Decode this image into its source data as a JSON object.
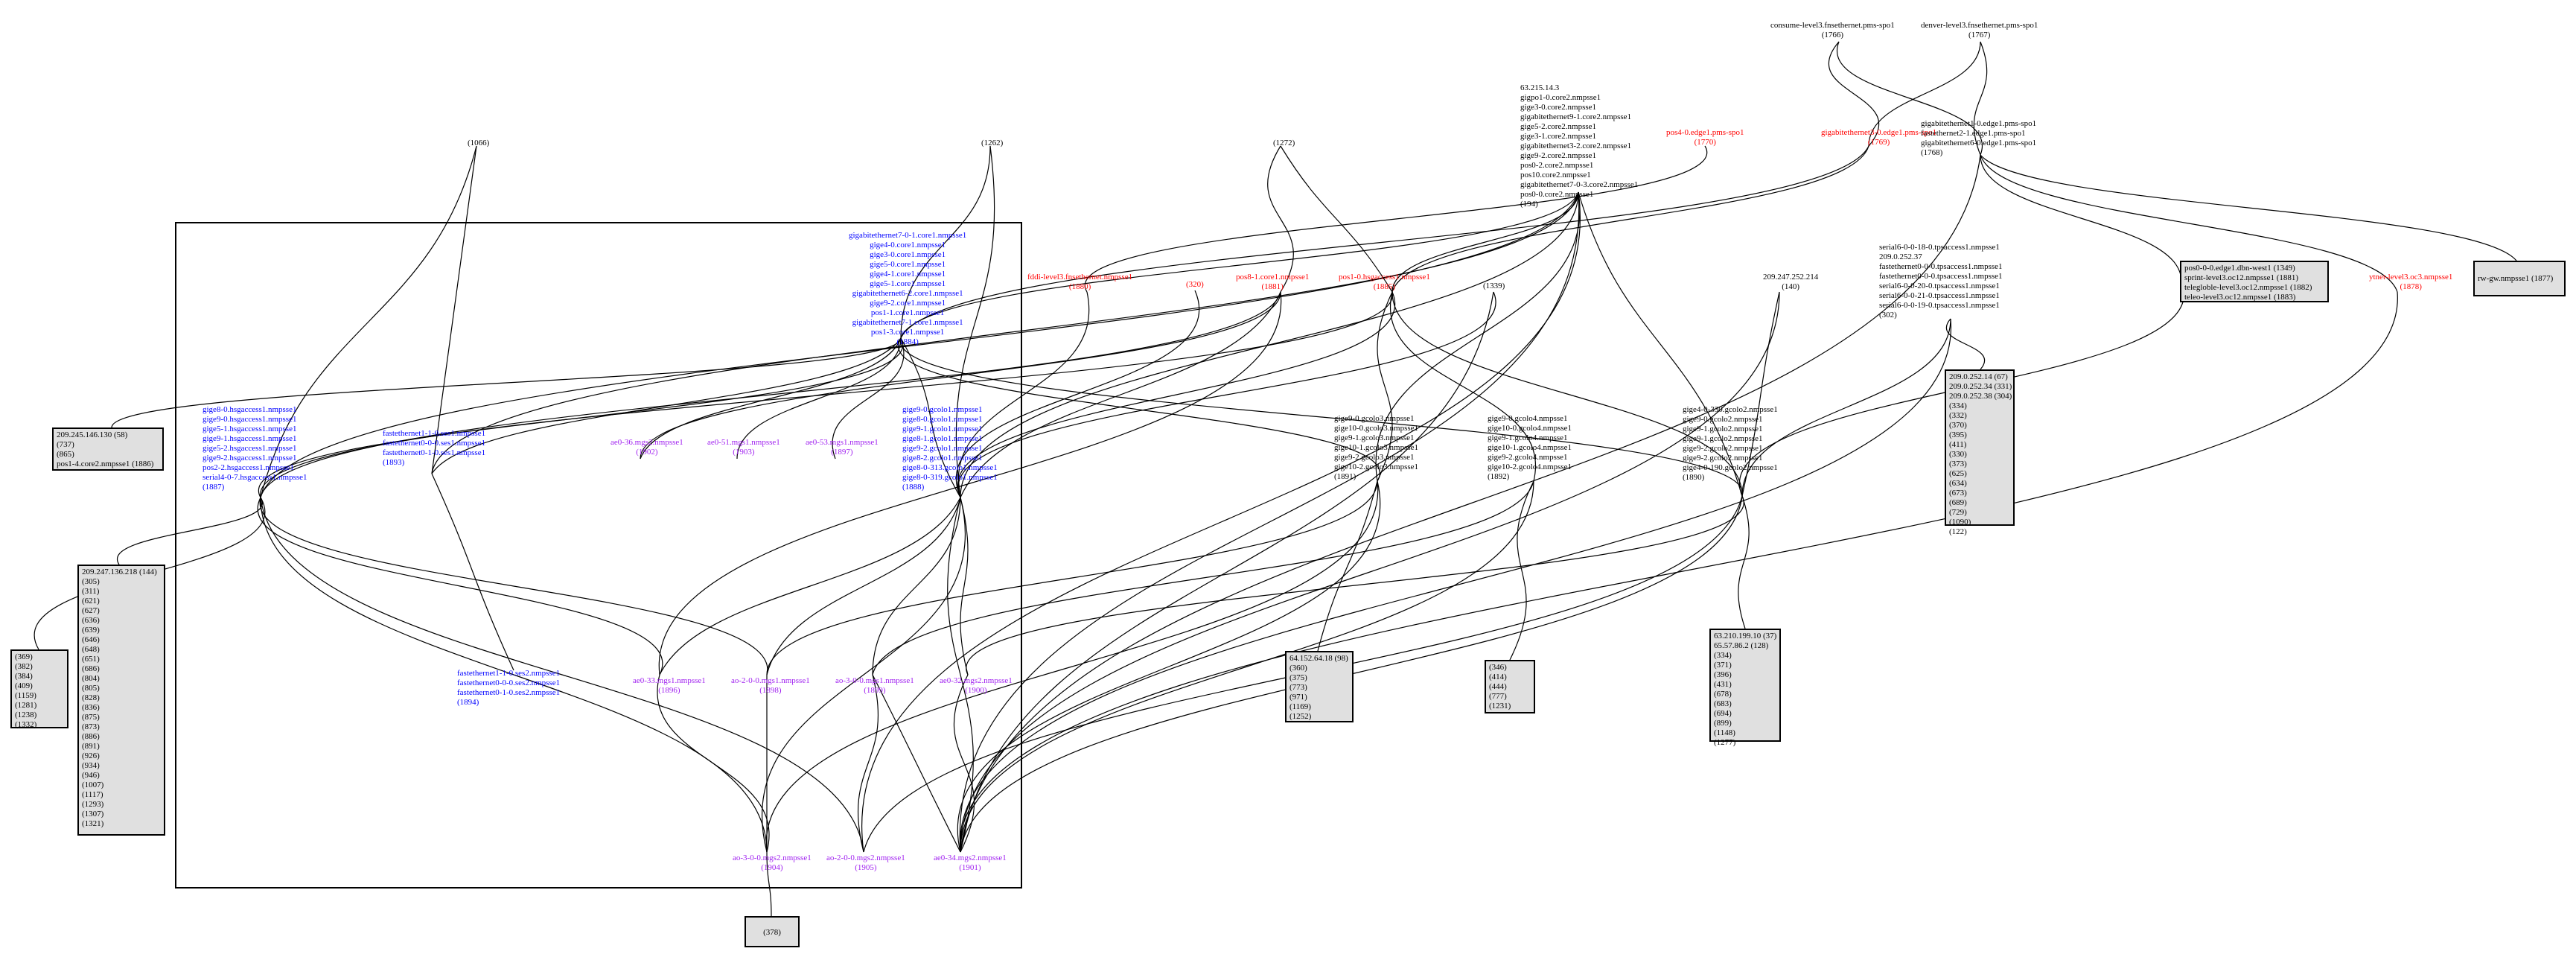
{
  "nodes": {
    "top_left_1": "(1066)",
    "top_left_2": "(1262)",
    "top_left_3": "(1272)",
    "router_list_top": [
      "63.215.14.3",
      "gigpo1-0.core2.nmpsse1",
      "gige3-0.core2.nmpsse1",
      "gigabitethernet9-1.core2.nmpsse1",
      "gige5-2.core2.nmpsse1",
      "gige3-1.core2.nmpsse1",
      "gigabitethernet3-2.core2.nmpsse1",
      "gige9-2.core2.nmpsse1",
      "pos0-2.core2.nmpsse1",
      "pos10.core2.nmpsse1",
      "gigabitethernet7-0-3.core2.nmpsse1",
      "pos0-0.core2.nmpsse1",
      "(194)"
    ],
    "top_center_1": [
      "consume-level3.fnsethernet.pms-spo1",
      "(1766)"
    ],
    "top_center_2": [
      "denver-level3.fnsethernet.pms-spo1",
      "(1767)"
    ],
    "pos4_edge": [
      "pos4-0.edge1.pms-spo1",
      "(1770)"
    ],
    "gig_edge1": [
      "gigabitethernet3-0.edge1.pms-spo1",
      "(1769)"
    ],
    "gig_edge2": [
      "gigabitethernet1-0.edge1.pms-spo1",
      "fastethernet2-1.edge1.pms-spo1",
      "gigabitethernet6-0.edge1.pms-spo1",
      "(1768)"
    ],
    "box_right_1": [
      "pos0-0-0.edge1.dbn-west1 (1349)",
      "sprint-level3.oc12.nmpsse1 (1881)",
      "telegloble-level3.oc12.nmpsse1 (1882)",
      "teleo-level3.oc12.nmpsse1 (1883)"
    ],
    "red_right": [
      "ytnet-level3.oc3.nmpsse1",
      "(1878)"
    ],
    "box_far_right": "rw-gw.nmpsse1 (1877)",
    "sec_list": [
      "serial6-0-0-18-0.tpsaccess1.nmpsse1",
      "209.0.252.37",
      "fastethernet0-0-0.tpsaccess1.nmpsse1",
      "fastethernet0-0-0.tpsaccess1.nmpsse1",
      "serial6-0-0-20-0.tpsaccess1.nmpsse1",
      "serial6-0-0-21-0.tpsaccess1.nmpsse1",
      "serial6-0-0-19-0.tpsaccess1.nmpsse1",
      "(302)"
    ],
    "blue_center": [
      "gigabitethernet7-0-1.core1.nmpsse1",
      "gige4-0.core1.nmpsse1",
      "gige3-0.core1.nmpsse1",
      "gige5-0.core1.nmpsse1",
      "gige4-1.core1.nmpsse1",
      "gige5-1.core1.nmpsse1",
      "gigabitethernet6-2.core1.nmpsse1",
      "gige9-2.core1.nmpsse1",
      "pos1-1.core1.nmpsse1",
      "gigabitethernet7-1.core1.nmpsse1",
      "pos1-3.core1.nmpsse1",
      "(1884)"
    ],
    "red_1": [
      "fddi-level3.fnsethernet.nmpsse1",
      "(1880)"
    ],
    "red_2": "(320)",
    "red_3": [
      "pos8-1.core1.nmpsse1",
      "(1881)"
    ],
    "red_4": [
      "pos1-0.hsgaccess1.nmpsse1",
      "(1885)"
    ],
    "black_1339": "(1339)",
    "black_140": [
      "209.247.252.214",
      "(140)"
    ],
    "box_left_top": [
      "209.245.146.130 (58)",
      "(737)",
      "(865)",
      "pos1-4.core2.nmpsse1 (1886)"
    ],
    "blue_left": [
      "gige8-0.hsgaccess1.nmpsse1",
      "gige9-0.hsgaccess1.nmpsse1",
      "gige5-1.hsgaccess1.nmpsse1",
      "gige9-1.hsgaccess1.nmpsse1",
      "gige5-2.hsgaccess1.nmpsse1",
      "gige9-2.hsgaccess1.nmpsse1",
      "pos2-2.hsgaccess1.nmpsse1",
      "serial4-0-7.hsgaccess1.nmpsse1",
      "(1887)"
    ],
    "blue_fast_1": [
      "fastethernet1-1-0.ses1.nmpsse1",
      "fastethernet0-0-0.ses1.nmpsse1",
      "fastethernet0-1-0.ses1.nmpsse1",
      "(1893)"
    ],
    "purple_1": [
      "ae0-36.mgs2.nmpsse1",
      "(1902)"
    ],
    "purple_2": [
      "ae0-51.mgs1.nmpsse1",
      "(1903)"
    ],
    "purple_3": [
      "ae0-53.mgs1.nmpsse1",
      "(1897)"
    ],
    "blue_gcol": [
      "gige9-0.gcolo1.nmpsse1",
      "gige8-0.gcolo1.nmpsse1",
      "gige9-1.gcolo1.nmpsse1",
      "gige8-1.gcolo1.nmpsse1",
      "gige9-2.gcolo1.nmpsse1",
      "gige8-2.gcolo1.nmpsse1",
      "gige8-0-313.gcolo1.nmpsse1",
      "gige8-0-319.gcolo1.nmpsse1",
      "(1888)"
    ],
    "black_gcol3": [
      "gige9-0.gcolo3.nmpsse1",
      "gige10-0.gcolo3.nmpsse1",
      "gige9-1.gcolo3.nmpsse1",
      "gige10-1.gcolo3.nmpsse1",
      "gige9-2.gcolo3.nmpsse1",
      "gige10-2.gcolo3.nmpsse1",
      "(1891)"
    ],
    "black_gcol4": [
      "gige9-0.gcolo4.nmpsse1",
      "gige10-0.gcolo4.nmpsse1",
      "gige9-1.gcolo4.nmpsse1",
      "gige10-1.gcolo4.nmpsse1",
      "gige9-2.gcolo4.nmpsse1",
      "gige10-2.gcolo4.nmpsse1",
      "(1892)"
    ],
    "black_gcol2": [
      "gige4-0-330.gcolo2.nmpsse1",
      "gige9-0.gcolo2.nmpsse1",
      "gige9-1.gcolo2.nmpsse1",
      "gige9-1.gcolo2.nmpsse1",
      "gige9-2.gcolo2.nmpsse1",
      "gige9-2.gcolo2.nmpsse1",
      "gige4-0-190.gcolo2.nmpsse1",
      "(1890)"
    ],
    "box_right_mid": [
      "209.0.252.14 (67)",
      "209.0.252.34 (331)",
      "209.0.252.38 (304)",
      "(334)",
      "(332)",
      "(370)",
      "(395)",
      "(411)",
      "(330)",
      "(373)",
      "(625)",
      "(634)",
      "(673)",
      "(689)",
      "(729)",
      "(1090)",
      "(122)"
    ],
    "box_left_small": [
      "(369)",
      "(382)",
      "(384)",
      "(409)",
      "(1159)",
      "(1281)",
      "(1238)",
      "(1332)"
    ],
    "box_left_tall": [
      "209.247.136.218 (144)",
      "(305)",
      "(311)",
      "(621)",
      "(627)",
      "(636)",
      "(639)",
      "(646)",
      "(648)",
      "(651)",
      "(686)",
      "(804)",
      "(805)",
      "(828)",
      "(836)",
      "(875)",
      "(873)",
      "(886)",
      "(891)",
      "(926)",
      "(934)",
      "(946)",
      "(1007)",
      "(1117)",
      "(1293)",
      "(1307)",
      "(1321)"
    ],
    "blue_fast_2": [
      "fastethernet1-1-0.ses2.nmpsse1",
      "fastethernet0-0-0.ses2.nmpsse1",
      "fastethernet0-1-0.ses2.nmpsse1",
      "(1894)"
    ],
    "purple_4": [
      "ae0-33.mgs1.nmpsse1",
      "(1896)"
    ],
    "purple_5": [
      "ao-2-0-0.mgs1.nmpsse1",
      "(1898)"
    ],
    "purple_6": [
      "ao-3-0-0.mgs1.nmpsse1",
      "(1899)"
    ],
    "purple_7": [
      "ae0-32.mgs2.nmpsse1",
      "(1900)"
    ],
    "box_mid_1": [
      "64.152.64.18 (98)",
      "(360)",
      "(375)",
      "(773)",
      "(971)",
      "(1169)",
      "(1252)"
    ],
    "box_mid_2": [
      "(346)",
      "(414)",
      "(444)",
      "(777)",
      "(1231)"
    ],
    "box_mid_3": [
      "63.210.199.10 (37)",
      "65.57.86.2 (128)",
      "(334)",
      "(371)",
      "(396)",
      "(431)",
      "(678)",
      "(683)",
      "(694)",
      "(899)",
      "(1148)",
      "(1277)"
    ],
    "purple_b1": [
      "ao-3-0-0.mgs2.nmpsse1",
      "(1904)"
    ],
    "purple_b2": [
      "ao-2-0-0.mgs2.nmpsse1",
      "(1905)"
    ],
    "purple_b3": [
      "ae0-34.mgs2.nmpsse1",
      "(1901)"
    ],
    "box_bottom": "(378)"
  }
}
